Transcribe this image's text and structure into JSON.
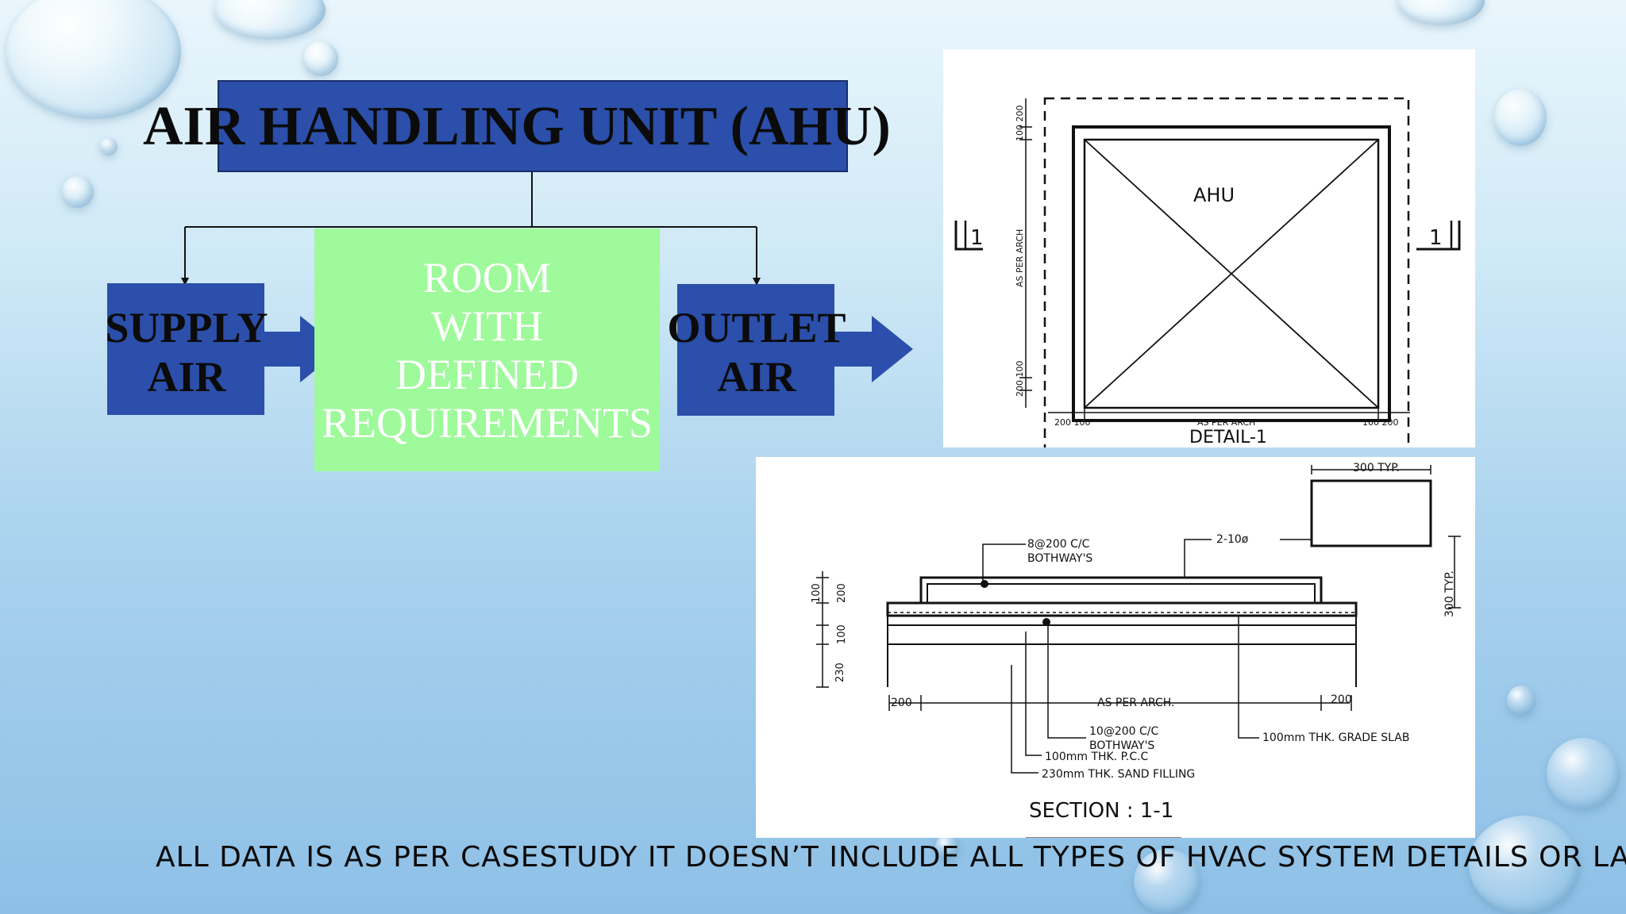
{
  "diagram": {
    "title": "AIR HANDLING UNIT (AHU)",
    "supply_lines": [
      "SUPPLY",
      "AIR"
    ],
    "room_lines": [
      "ROOM",
      "WITH",
      "DEFINED",
      "REQUIREMENTS"
    ],
    "outlet_lines": [
      "OUTLET",
      "AIR"
    ]
  },
  "detail_drawing": {
    "unit_label": "AHU",
    "section_marker_left": "1",
    "section_marker_right": "1",
    "caption": "DETAIL-1",
    "dim_top_vertical": "100 200",
    "dim_mid_vertical": "AS PER ARCH",
    "dim_bottom_vertical": "200 100",
    "dim_bottom_left": "200 100",
    "dim_bottom_mid": "AS PER ARCH",
    "dim_bottom_right": "100 200"
  },
  "section_drawing": {
    "caption": "SECTION : 1-1",
    "dim_typ_top": "300 TYP.",
    "dim_typ_side": "300 TYP.",
    "rebar_top": "8@200 C/C",
    "rebar_top_sub": "BOTHWAY'S",
    "rebar_bars": "2-10ø",
    "rebar_bottom": "10@200 C/C",
    "rebar_bottom_sub": "BOTHWAY'S",
    "pcc": "100mm THK. P.C.C",
    "sand": "230mm THK. SAND FILLING",
    "grade_slab": "100mm THK. GRADE SLAB",
    "dim_left": "200",
    "dim_mid": "AS PER ARCH.",
    "dim_right": "200",
    "dim_v_100": "100",
    "dim_v_200": "200",
    "dim_v_230": "230",
    "dim_v_100b": "100"
  },
  "footer": "ALL DATA IS AS PER CASESTUDY IT DOESN’T INCLUDE ALL TYPES OF HVAC SYSTEM DETAILS OR LAY",
  "colors": {
    "box_blue": "#2b4faa",
    "room_green": "#9efa9a",
    "background": "#bfe0f2"
  }
}
